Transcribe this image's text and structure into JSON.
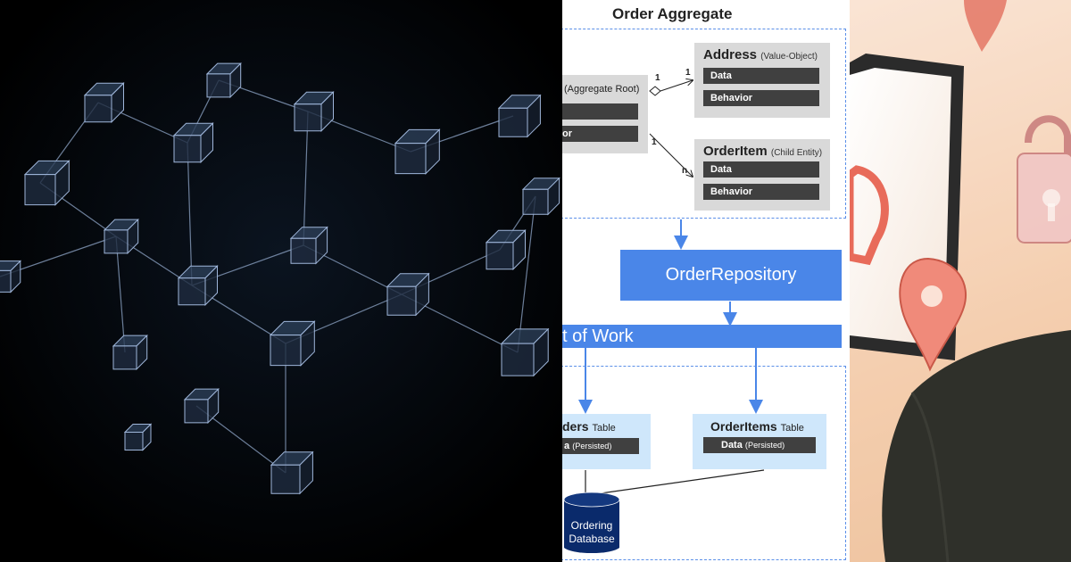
{
  "diagram": {
    "title": "Order Aggregate",
    "aggregate_root": {
      "label": "(Aggregate Root)",
      "bar_2": "or"
    },
    "address": {
      "name": "Address",
      "kind": "(Value-Object)",
      "data": "Data",
      "behavior": "Behavior"
    },
    "order_item": {
      "name": "OrderItem",
      "kind": "(Child Entity)",
      "data": "Data",
      "behavior": "Behavior"
    },
    "multiplicity": {
      "addr_root": "1",
      "addr_end": "1",
      "item_root": "1",
      "item_end": "n"
    },
    "repository": "OrderRepository",
    "unit_of_work": "t of Work",
    "orders_table": {
      "name": "ders",
      "suffix": "Table",
      "bar_bold": "a",
      "bar_rest": "(Persisted)"
    },
    "orderitems_table": {
      "name": "OrderItems",
      "suffix": "Table",
      "bar_bold": "Data",
      "bar_rest": "(Persisted)"
    },
    "database": {
      "line1": "Ordering",
      "line2": "Database"
    }
  },
  "colors": {
    "accent": "#4a86e8",
    "dashed": "#5b8fe8",
    "entity_bg": "#d9d9d9",
    "bar": "#404040",
    "table_bg": "#cfe7fb",
    "database": "#0a2a6b"
  }
}
